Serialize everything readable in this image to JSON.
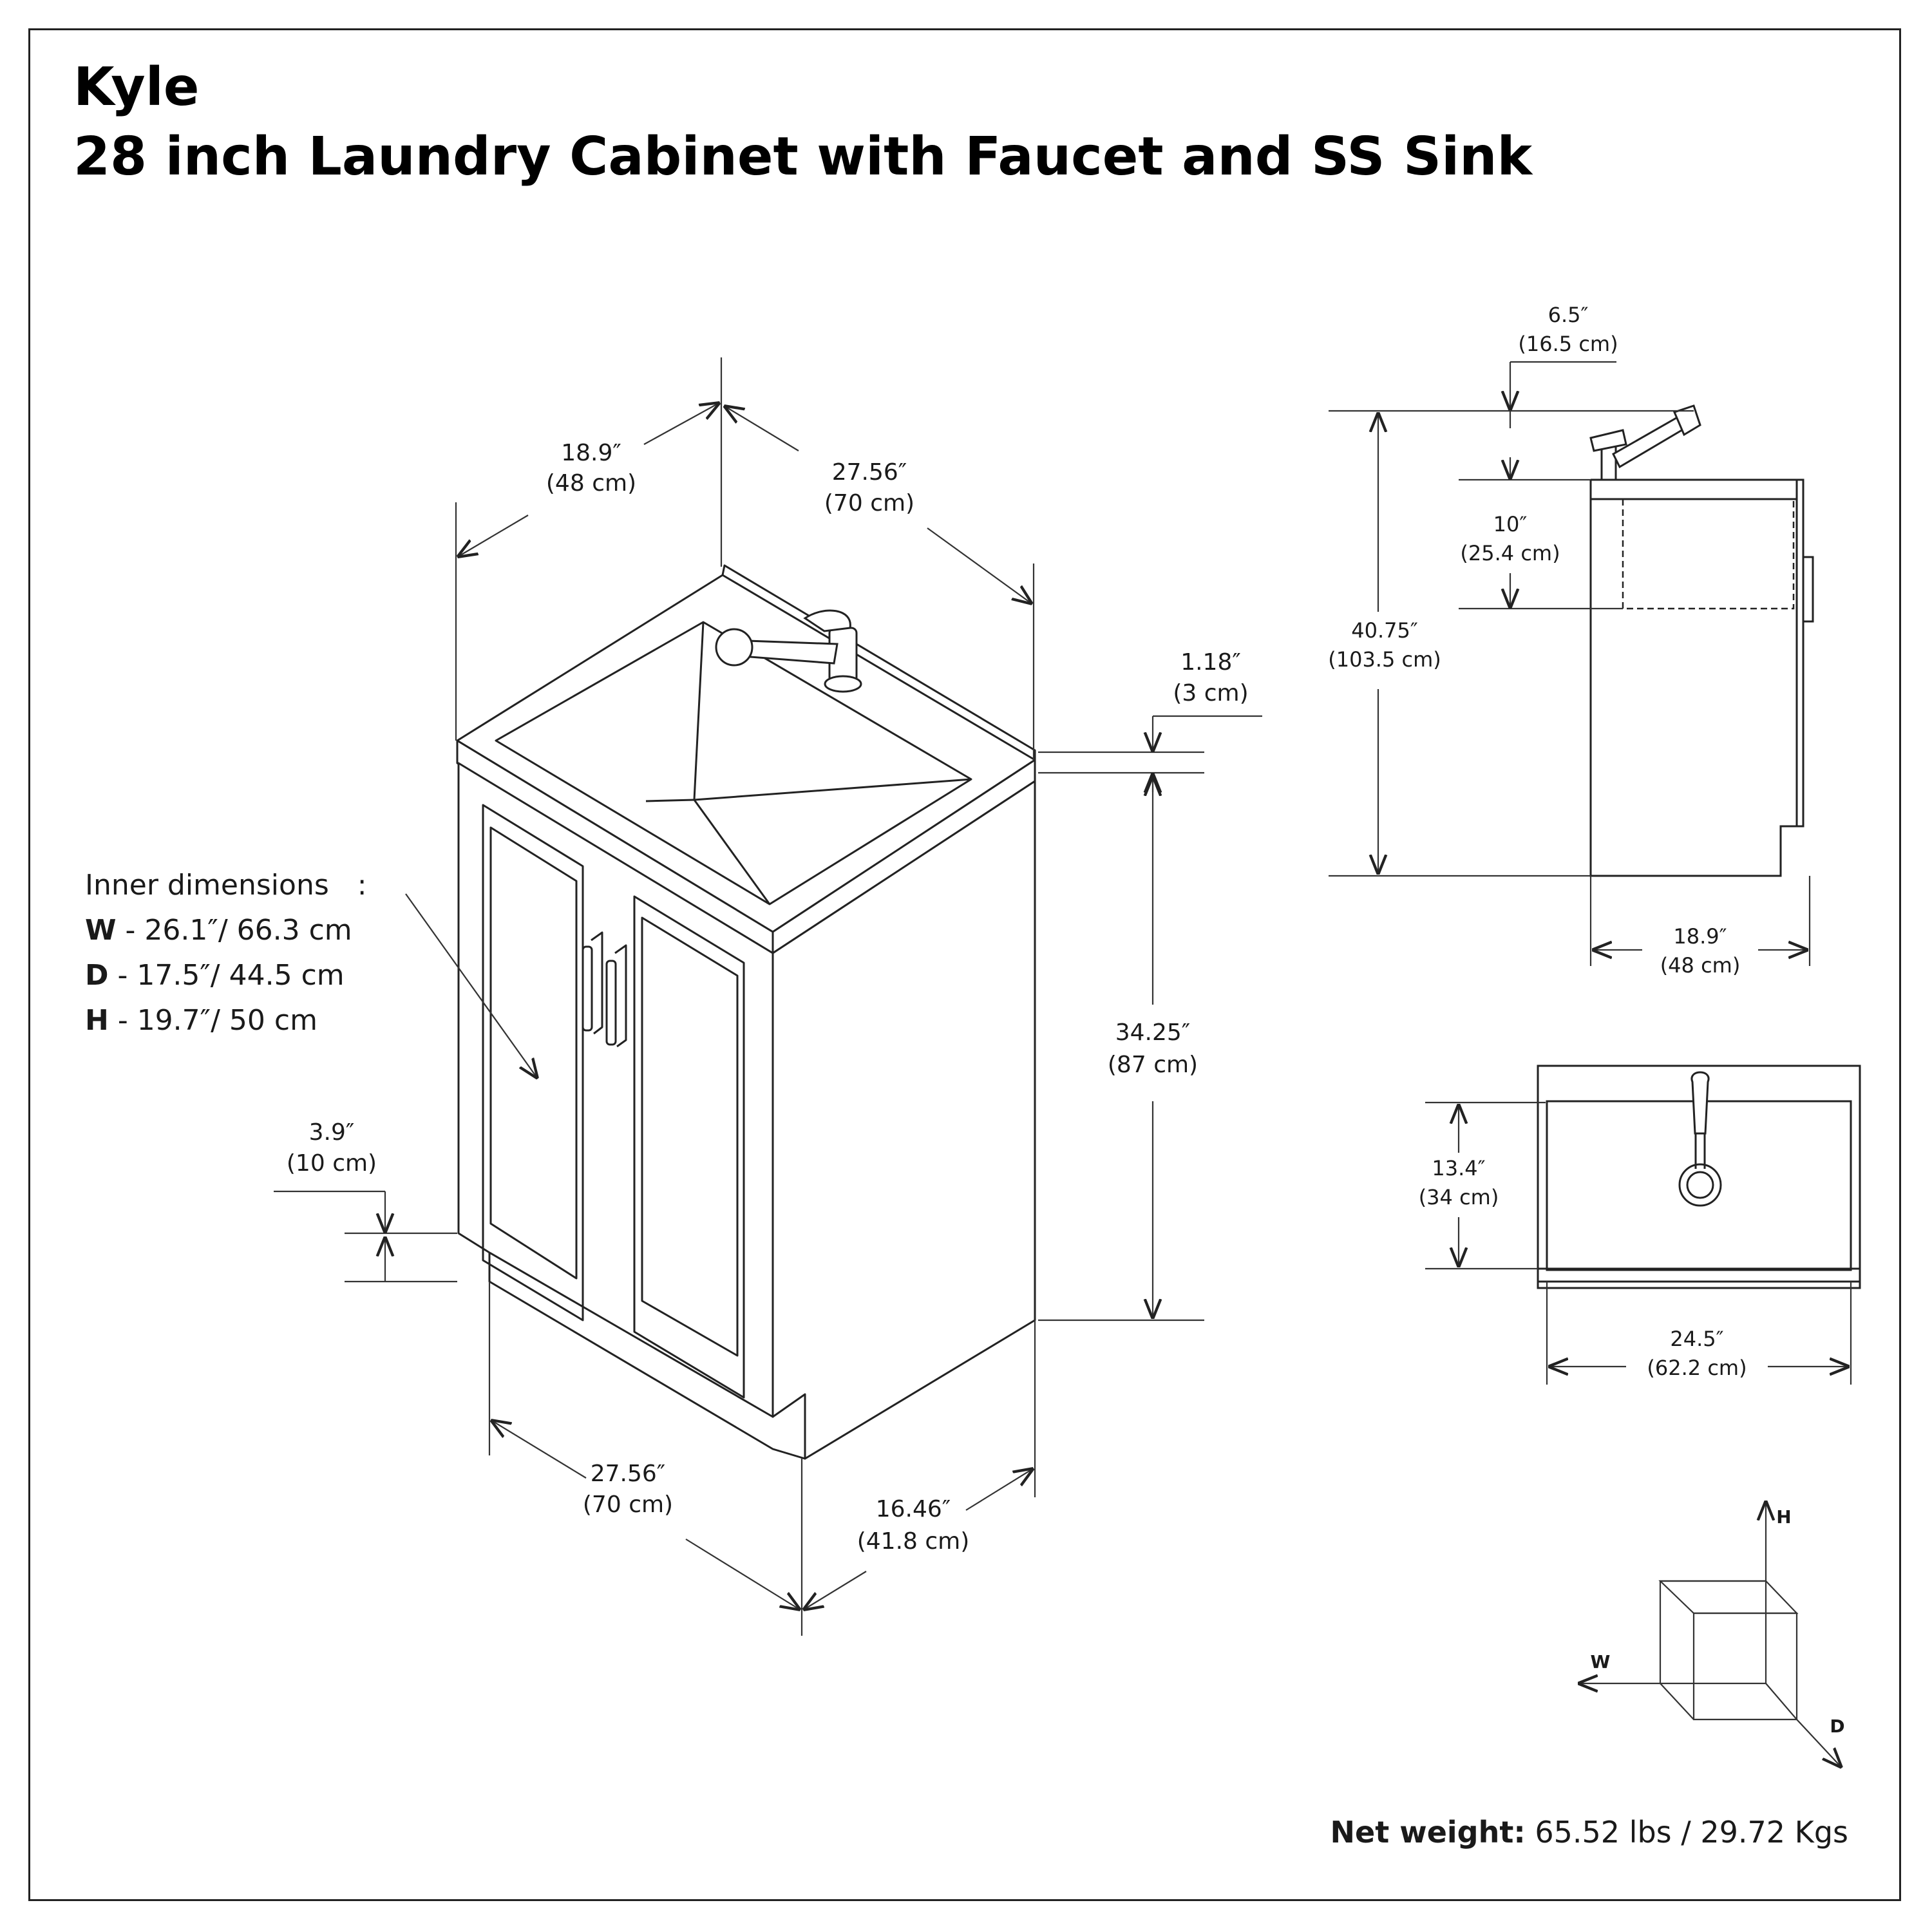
{
  "title": {
    "brand": "Kyle",
    "product": "28 inch Laundry Cabinet with Faucet and SS Sink"
  },
  "iso_view": {
    "dims": {
      "depth_top": [
        "18.9″",
        "(48 cm)"
      ],
      "width_top": [
        "27.56″",
        "(70 cm)"
      ],
      "counter_thickness": [
        "1.18″",
        "(3 cm)"
      ],
      "cabinet_height": [
        "34.25″",
        "(87 cm)"
      ],
      "toe_kick": [
        "3.9″",
        "(10 cm)"
      ],
      "width_bottom": [
        "27.56″",
        "(70 cm)"
      ],
      "depth_bottom": [
        "16.46″",
        "(41.8 cm)"
      ]
    }
  },
  "inner_dimensions": {
    "heading": "Inner dimensions",
    "colon": ":",
    "w_key": "W",
    "w_val": "- 26.1″/ 66.3 cm",
    "d_key": "D",
    "d_val": "- 17.5″/ 44.5 cm",
    "h_key": "H",
    "h_val": "- 19.7″/ 50 cm"
  },
  "side_view": {
    "dims": {
      "faucet_reach": [
        "6.5″",
        "(16.5 cm)"
      ],
      "sink_depth": [
        "10″",
        "(25.4 cm)"
      ],
      "total_height": [
        "40.75″",
        "(103.5 cm)"
      ],
      "depth": [
        "18.9″",
        "(48 cm)"
      ]
    }
  },
  "top_view": {
    "dims": {
      "sink_front_back": [
        "13.4″",
        "(34 cm)"
      ],
      "sink_width": [
        "24.5″",
        "(62.2 cm)"
      ]
    }
  },
  "axes": {
    "h": "H",
    "w": "W",
    "d": "D"
  },
  "net_weight": {
    "label": "Net weight:",
    "value": "65.52 lbs / 29.72 Kgs"
  }
}
